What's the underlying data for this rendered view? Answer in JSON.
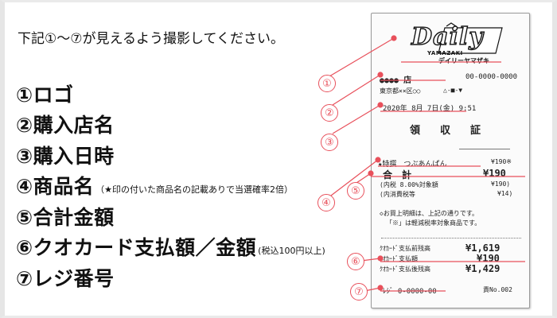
{
  "instruction": "下記①〜⑦が見えるよう撮影してください。",
  "items": [
    {
      "label": "①ロゴ",
      "note": ""
    },
    {
      "label": "②購入店名",
      "note": ""
    },
    {
      "label": "③購入日時",
      "note": ""
    },
    {
      "label": "④商品名",
      "note": "（★印の付いた商品名の記載ありで当選確率2倍）"
    },
    {
      "label": "⑤合計金額",
      "note": ""
    },
    {
      "label": "⑥クオカード支払額／金額",
      "note": "(税込100円以上)"
    },
    {
      "label": "⑦レジ番号",
      "note": ""
    }
  ],
  "receipt": {
    "logo_text": "Daily",
    "logo_sub": "YAMAZAKI",
    "logo_kana": "デイリーヤマザキ",
    "store_name": "●●●● 店",
    "phone": "00-0000-0000",
    "address": "東京都××区○○",
    "address_tail": "△-■-▼",
    "datetime": "2020年 8月 7日(金) 9:51",
    "receipt_title": "領　収　証",
    "item_name": "★特撰　つぶあんぱん",
    "item_price": "¥190※",
    "total_label": "合　計",
    "total_value": "¥190",
    "tax_target_label": "(内税 8.00%対象額",
    "tax_target_value": "¥190)",
    "tax_label": "(内消費税等",
    "tax_value": "¥14)",
    "notice_1": "◇お買上明細は、上記の通りです。",
    "notice_2": "「※」は軽減税率対象商品です。",
    "quo_before_label": "ｸｵｶｰﾄﾞ支払前残高",
    "quo_before_value": "¥1,619",
    "quo_paid_label": "ｸｵｶｰﾄﾞ支払額",
    "quo_paid_value": "¥190",
    "quo_after_label": "ｸｵｶｰﾄﾞ支払後残高",
    "quo_after_value": "¥1,429",
    "register": "ﾚｼﾞ 0-0000-00",
    "clerk": "責No.002"
  },
  "callouts": [
    "①",
    "②",
    "③",
    "④",
    "⑤",
    "⑥",
    "⑦"
  ],
  "colors": {
    "accent": "#e8505b",
    "text": "#111111",
    "receipt_bg": "#fbfbfb"
  }
}
